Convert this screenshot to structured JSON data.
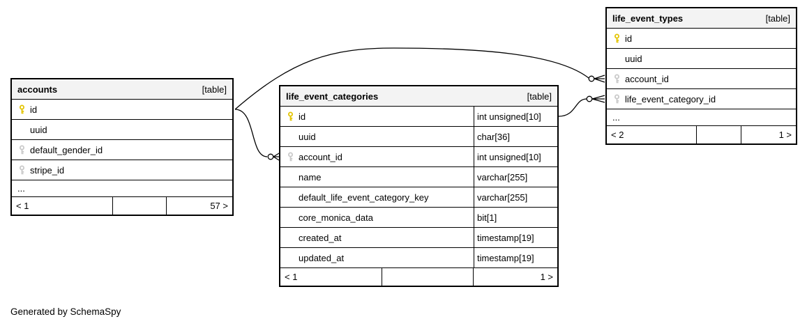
{
  "page": {
    "footer_note": "Generated by SchemaSpy"
  },
  "colors": {
    "primary_key": "#e3c400",
    "foreign_key": "#c9c9c9",
    "header_bg": "#f3f3f3"
  },
  "tables": [
    {
      "name": "accounts",
      "badge": "[table]",
      "columns": [
        {
          "name": "id",
          "key": "primary"
        },
        {
          "name": "uuid",
          "key": "none"
        },
        {
          "name": "default_gender_id",
          "key": "foreign"
        },
        {
          "name": "stripe_id",
          "key": "foreign"
        }
      ],
      "ellipsis": "...",
      "footer": {
        "parents": "< 1",
        "children": "57 >"
      }
    },
    {
      "name": "life_event_categories",
      "badge": "[table]",
      "columns": [
        {
          "name": "id",
          "type": "int unsigned[10]",
          "key": "primary"
        },
        {
          "name": "uuid",
          "type": "char[36]",
          "key": "none"
        },
        {
          "name": "account_id",
          "type": "int unsigned[10]",
          "key": "foreign"
        },
        {
          "name": "name",
          "type": "varchar[255]",
          "key": "none"
        },
        {
          "name": "default_life_event_category_key",
          "type": "varchar[255]",
          "key": "none"
        },
        {
          "name": "core_monica_data",
          "type": "bit[1]",
          "key": "none"
        },
        {
          "name": "created_at",
          "type": "timestamp[19]",
          "key": "none"
        },
        {
          "name": "updated_at",
          "type": "timestamp[19]",
          "key": "none"
        }
      ],
      "footer": {
        "parents": "< 1",
        "children": "1 >"
      }
    },
    {
      "name": "life_event_types",
      "badge": "[table]",
      "columns": [
        {
          "name": "id",
          "key": "primary"
        },
        {
          "name": "uuid",
          "key": "none"
        },
        {
          "name": "account_id",
          "key": "foreign"
        },
        {
          "name": "life_event_category_id",
          "key": "foreign"
        }
      ],
      "ellipsis": "...",
      "footer": {
        "parents": "< 2",
        "children": "1 >"
      }
    }
  ]
}
